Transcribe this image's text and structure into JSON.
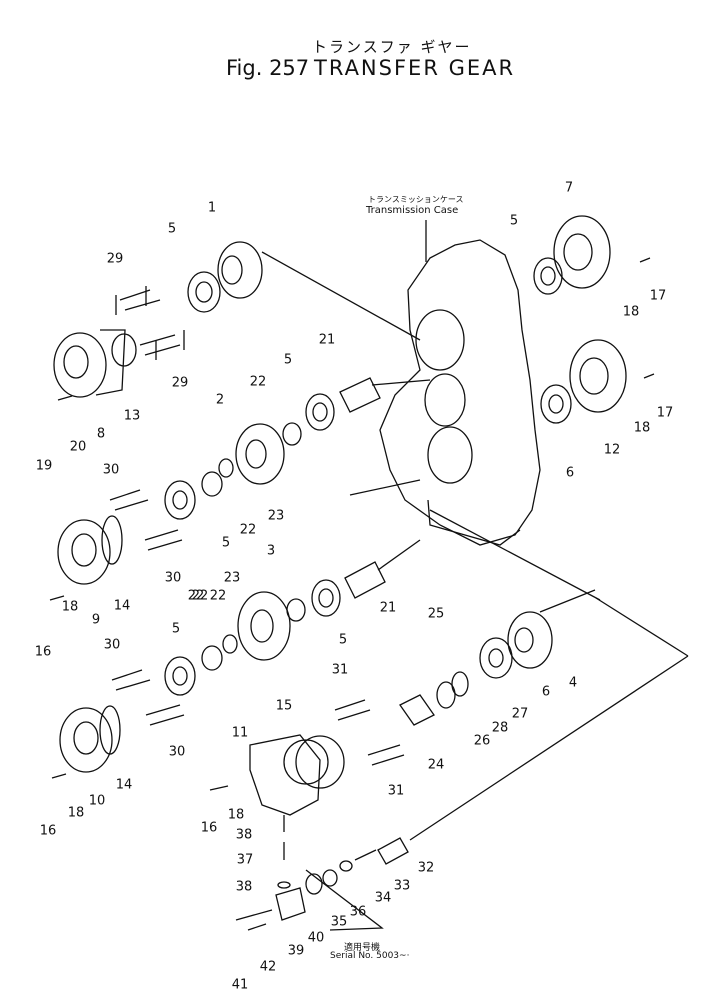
{
  "header": {
    "title_jp": "トランスファ ギヤー",
    "fig_label": "Fig. 257",
    "title_en": "TRANSFER GEAR"
  },
  "case_label": {
    "jp": "トランスミッションケース",
    "en": "Transmission Case"
  },
  "serial_note": {
    "jp": "適用号機",
    "en": "Serial No. 5003~·"
  },
  "callouts": [
    "1",
    "5",
    "29",
    "13",
    "8",
    "20",
    "19",
    "29",
    "2",
    "22",
    "5",
    "21",
    "22",
    "23",
    "30",
    "5",
    "22",
    "30",
    "9",
    "14",
    "18",
    "16",
    "3",
    "23",
    "22",
    "5",
    "21",
    "30",
    "5",
    "22",
    "14",
    "30",
    "10",
    "18",
    "16",
    "11",
    "15",
    "16",
    "18",
    "38",
    "37",
    "38",
    "39",
    "40",
    "41",
    "42",
    "31",
    "31",
    "25",
    "24",
    "26",
    "28",
    "27",
    "6",
    "4",
    "32",
    "33",
    "34",
    "36",
    "35",
    "7",
    "5",
    "17",
    "18",
    "12",
    "17",
    "18",
    "6"
  ]
}
